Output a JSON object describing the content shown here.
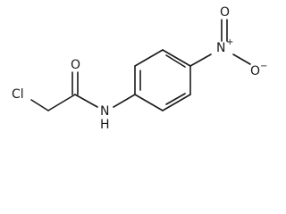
{
  "molecule": {
    "atoms": {
      "chlorine": "Cl",
      "carbonyl_oxygen": "O",
      "amide_nitrogen": "N",
      "amide_hydrogen": "H",
      "nitro_nitrogen": "N",
      "nitro_oxygen_top": "O",
      "nitro_oxygen_right": "O"
    },
    "charges": {
      "nitro_nitrogen": "+",
      "nitro_oxygen_right": "−"
    }
  }
}
